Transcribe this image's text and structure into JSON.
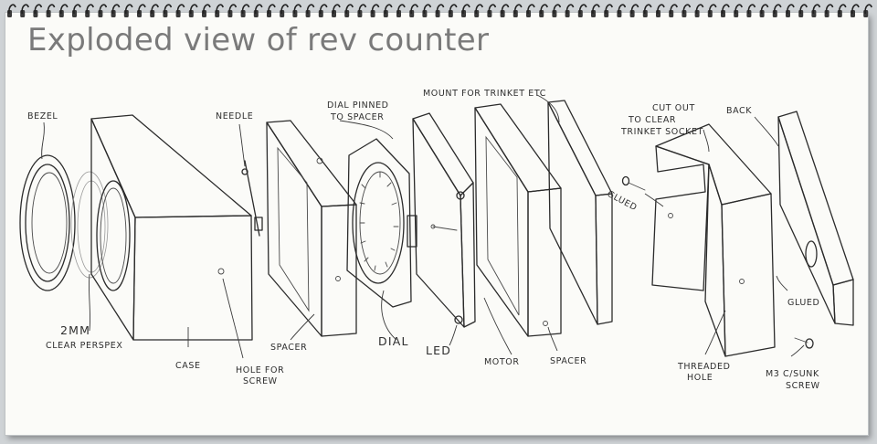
{
  "title": "Exploded view of rev counter",
  "labels": {
    "bezel": "BEZEL",
    "perspex_line1": "2MM",
    "perspex_line2": "CLEAR PERSPEX",
    "case": "CASE",
    "needle": "NEEDLE",
    "hole_line1": "HOLE FOR",
    "hole_line2": "SCREW",
    "spacer_front": "SPACER",
    "dial_pinned_line1": "DIAL PINNED",
    "dial_pinned_line2": "TO SPACER",
    "dial": "DIAL",
    "mount_trinket": "MOUNT FOR TRINKET ETC",
    "led": "LED",
    "motor": "MOTOR",
    "spacer_rear": "SPACER",
    "cutout_line1": "CUT OUT",
    "cutout_line2": "TO CLEAR",
    "cutout_line3": "TRINKET SOCKET",
    "back": "BACK",
    "glued_upper": "GLUED",
    "glued_lower": "GLUED",
    "threaded_line1": "THREADED",
    "threaded_line2": "HOLE",
    "screw_line1": "M3 C/SUNK",
    "screw_line2": "SCREW"
  }
}
